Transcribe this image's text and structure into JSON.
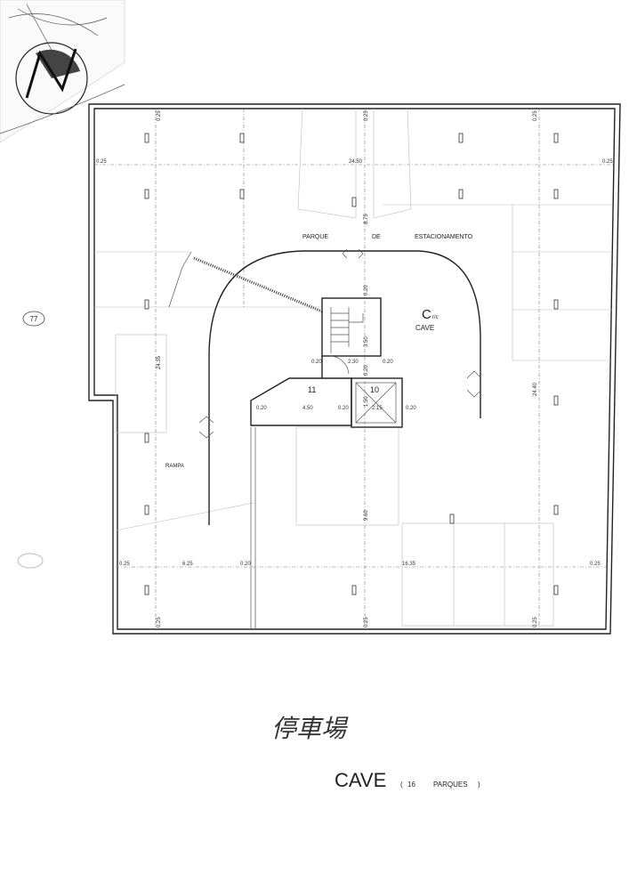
{
  "plan": {
    "area_label": [
      "PARQUE",
      "DE",
      "ESTACIONAMENTO"
    ],
    "level_code": "C",
    "level_sub": "r/c",
    "level_name": "CAVE",
    "ramp_label": "RAMPA",
    "room_11": "11",
    "room_10": "10",
    "sheet_number": "77"
  },
  "dimensions": {
    "top_left": "0.25",
    "top_mid": "0.25",
    "top_right": "0.25",
    "left_edge": "0.25",
    "right_edge": "0.25",
    "width_top": "24.50",
    "depth_top": "8.75",
    "core_top": "0.20",
    "stair_height": "3.50",
    "stair_left": "0.20",
    "stair_width": "2.30",
    "stair_right": "0.20",
    "lift_top": "0.20",
    "lift_height": "1.50",
    "lift_width": "2.15",
    "lift_right": "0.20",
    "room11_left": "0.20",
    "room11_width": "4.50",
    "room11_right": "0.20",
    "left_depth": "24.35",
    "right_depth": "24.40",
    "center_depth": "9.60",
    "bottom_left_edge": "0.25",
    "bottom_left_width": "6.25",
    "bottom_left_wall": "0.20",
    "bottom_right_width": "16.35",
    "bottom_right_edge": "0.25",
    "bottom_a": "0.25",
    "bottom_b": "0.25",
    "bottom_c": "0.25"
  },
  "caption": {
    "chinese_handwritten": "停車場",
    "title": "CAVE",
    "open_paren": "(",
    "count": "16",
    "unit": "PARQUES",
    "close_paren": ")"
  }
}
